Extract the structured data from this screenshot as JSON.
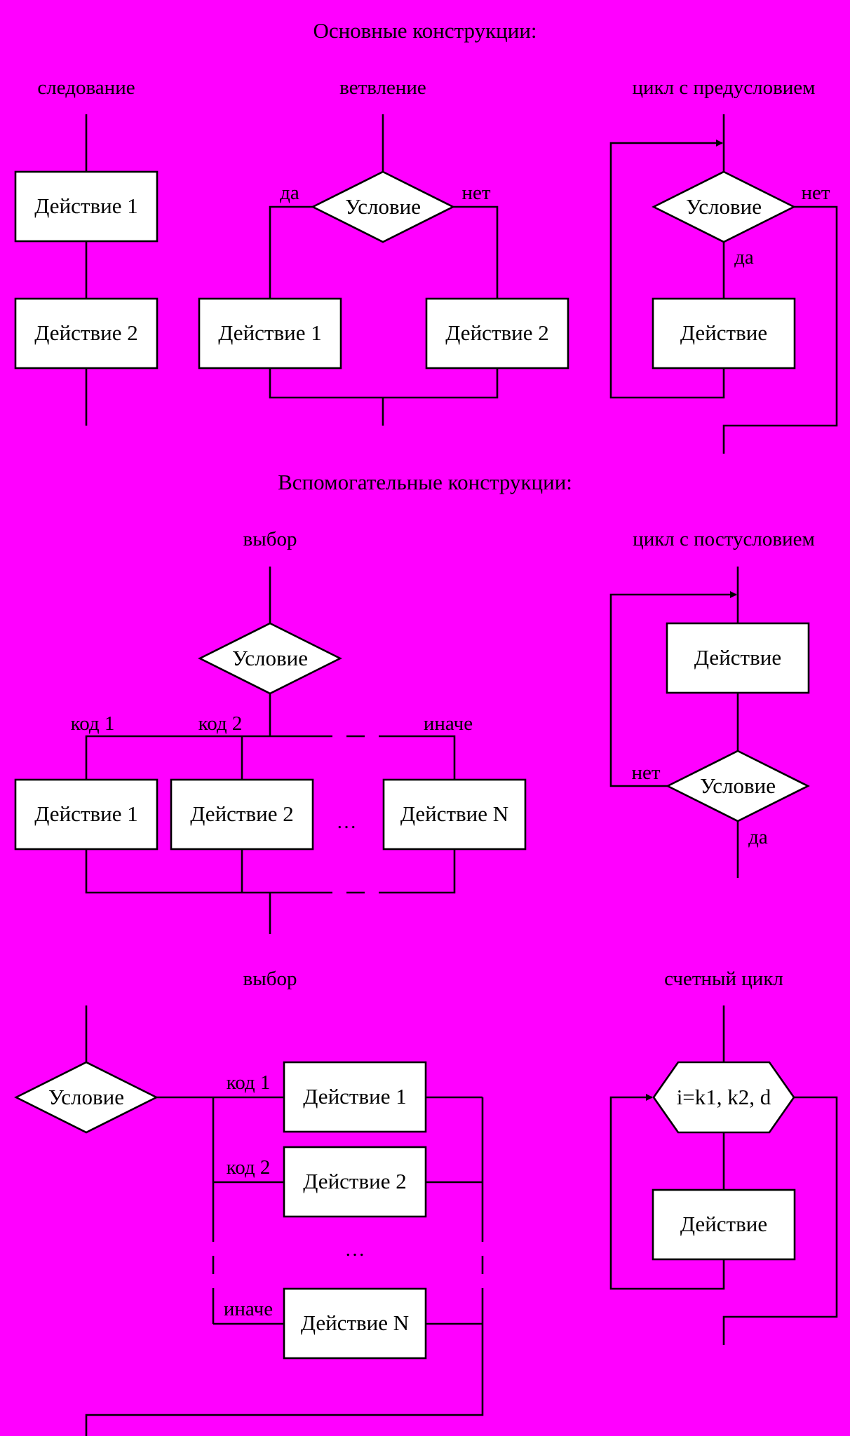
{
  "titles": {
    "main": "Основные конструкции:",
    "aux": "Вспомогательные конструкции:"
  },
  "sequence": {
    "caption": "следование",
    "action1": "Действие 1",
    "action2": "Действие 2"
  },
  "branch": {
    "caption": "ветвление",
    "condition": "Условие",
    "yes": "да",
    "no": "нет",
    "action1": "Действие 1",
    "action2": "Действие 2"
  },
  "while_loop": {
    "caption": "цикл с предусловием",
    "condition": "Условие",
    "yes": "да",
    "no": "нет",
    "action": "Действие"
  },
  "choice1": {
    "caption": "выбор",
    "condition": "Условие",
    "code1": "код 1",
    "code2": "код 2",
    "else": "иначе",
    "action1": "Действие 1",
    "action2": "Действие 2",
    "actionN": "Действие N",
    "ellipsis": "…"
  },
  "do_loop": {
    "caption": "цикл с постусловием",
    "action": "Действие",
    "condition": "Условие",
    "no": "нет",
    "yes": "да"
  },
  "choice2": {
    "caption": "выбор",
    "condition": "Условие",
    "code1": "код 1",
    "code2": "код 2",
    "else": "иначе",
    "action1": "Действие 1",
    "action2": "Действие 2",
    "actionN": "Действие N",
    "ellipsis": "…"
  },
  "for_loop": {
    "caption": "счетный цикл",
    "header": "i=k1, k2, d",
    "action": "Действие"
  }
}
